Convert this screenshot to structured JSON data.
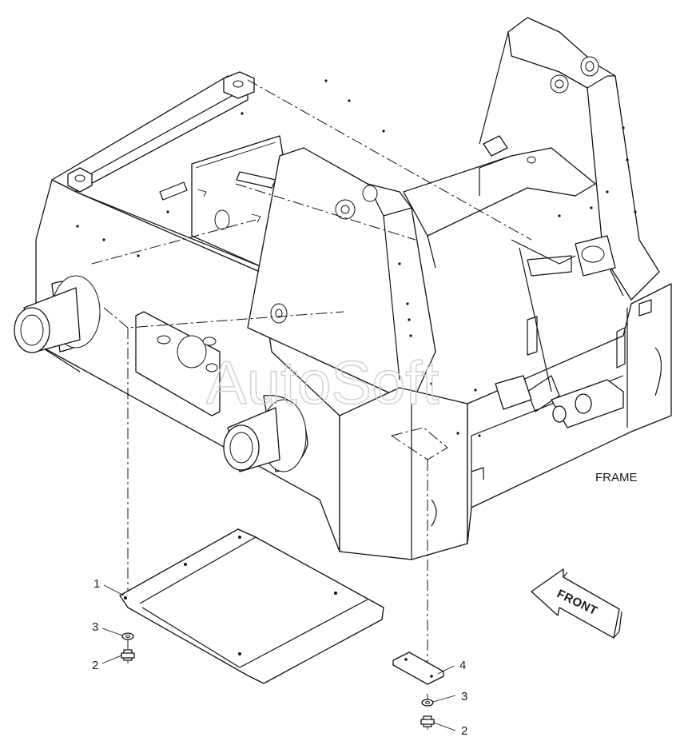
{
  "diagram": {
    "frame_label": "FRAME",
    "front_arrow_label": "FRONT",
    "watermark": "AutoSoft",
    "callouts": [
      {
        "id": "c1",
        "text": "1"
      },
      {
        "id": "c3a",
        "text": "3"
      },
      {
        "id": "c2a",
        "text": "2"
      },
      {
        "id": "c4",
        "text": "4"
      },
      {
        "id": "c3b",
        "text": "3"
      },
      {
        "id": "c2b",
        "text": "2"
      }
    ]
  }
}
